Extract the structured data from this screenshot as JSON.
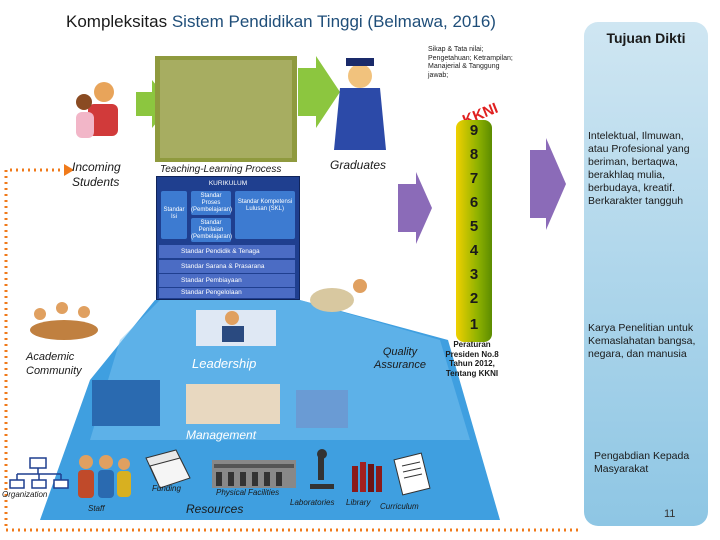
{
  "title": {
    "part1": "Kompleksitas ",
    "part2": "Sistem Pendidikan Tinggi (Belmawa, 2016)"
  },
  "panel": {
    "title": "Tujuan Dikti"
  },
  "goals": [
    "Intelektual, Ilmuwan, atau Profesional yang beriman, bertaqwa, berakhlaq mulia, berbudaya, kreatif. Berkarakter tangguh",
    "Karya Penelitian untuk Kemaslahatan bangsa, negara, dan manusia",
    "Pengabdian Kepada Masyarakat"
  ],
  "labels": {
    "incoming": "Incoming Students",
    "teaching": "Teaching-Learning Process",
    "graduates": "Graduates",
    "academic": "Academic Community",
    "leadership": "Leadership",
    "quality": "Quality Assurance",
    "management": "Management",
    "organization": "Organization",
    "staff": "Staff",
    "funding": "Funding",
    "physical": "Physical Facilities",
    "resources": "Resources",
    "laboratories": "Laboratories",
    "library": "Library",
    "curriculum": "Curriculum"
  },
  "kkni": {
    "skills": "Sikap & Tata nilai; Pengetahuan; Ketrampilan; Manajerial & Tanggung jawab;",
    "word": "KKNI",
    "levels": [
      "9",
      "8",
      "7",
      "6",
      "5",
      "4",
      "3",
      "2",
      "1"
    ],
    "regulation": "Peraturan Presiden No.8 Tahun 2012, Tentang KKNI"
  },
  "curriculum_box": {
    "header": "KURIKULUM",
    "isi": "Standar Isi",
    "proses": "Standar Proses (Pembelajaran)",
    "penilaian": "Standar Penilaian (Pembelajaran)",
    "kompetensi": "Standar Kompetensi Lulusan (SKL)",
    "rows": [
      "Standar Pendidik & Tenaga Kependidikan",
      "Standar Sarana & Prasarana",
      "Standar Pembiayaan",
      "Standar Pengelolaan"
    ]
  },
  "page_number": "11",
  "colors": {
    "arrow_green": "#8cc63f",
    "arrow_purple": "#8b6bb8",
    "blue_tri": "#3f9fe0",
    "panel": "#a9d4ea",
    "dotted": "#f07a1a"
  }
}
